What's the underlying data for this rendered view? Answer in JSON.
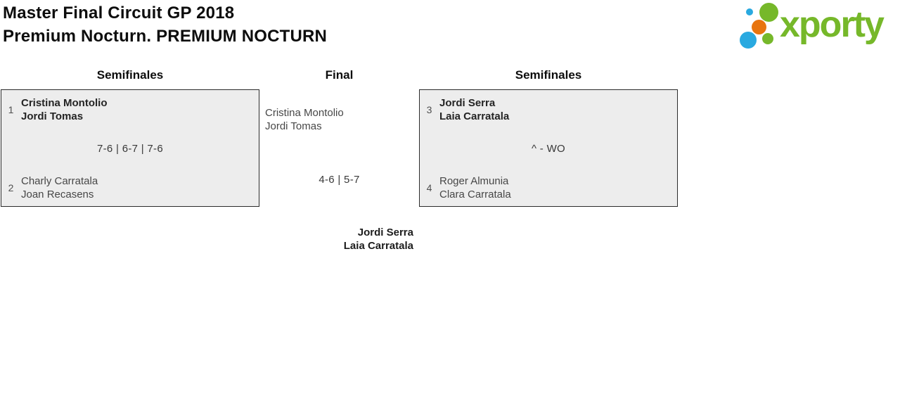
{
  "header": {
    "title_line1": "Master Final Circuit GP 2018",
    "title_line2": "Premium Nocturn. PREMIUM NOCTURN"
  },
  "logo": {
    "wordmark": "xporty",
    "colors": {
      "green": "#76b82a",
      "blue": "#29a9e0",
      "orange": "#e8750f"
    }
  },
  "bracket": {
    "round_labels": [
      "Semifinales",
      "Final",
      "Semifinales"
    ],
    "semifinal_left": {
      "team1": {
        "seed": "1",
        "player1": "Cristina Montolio",
        "player2": "Jordi Tomas",
        "winner": true
      },
      "score": "7-6 | 6-7 | 7-6",
      "team2": {
        "seed": "2",
        "player1": "Charly Carratala",
        "player2": "Joan Recasens",
        "winner": false
      }
    },
    "final": {
      "team1": {
        "player1": "Cristina Montolio",
        "player2": "Jordi Tomas"
      },
      "score": "4-6 | 5-7",
      "champion": {
        "player1": "Jordi Serra",
        "player2": "Laia Carratala"
      }
    },
    "semifinal_right": {
      "team1": {
        "seed": "3",
        "player1": "Jordi Serra",
        "player2": "Laia Carratala",
        "winner": true
      },
      "score": "^ - WO",
      "team2": {
        "seed": "4",
        "player1": "Roger Almunia",
        "player2": "Clara Carratala",
        "winner": false
      }
    }
  }
}
